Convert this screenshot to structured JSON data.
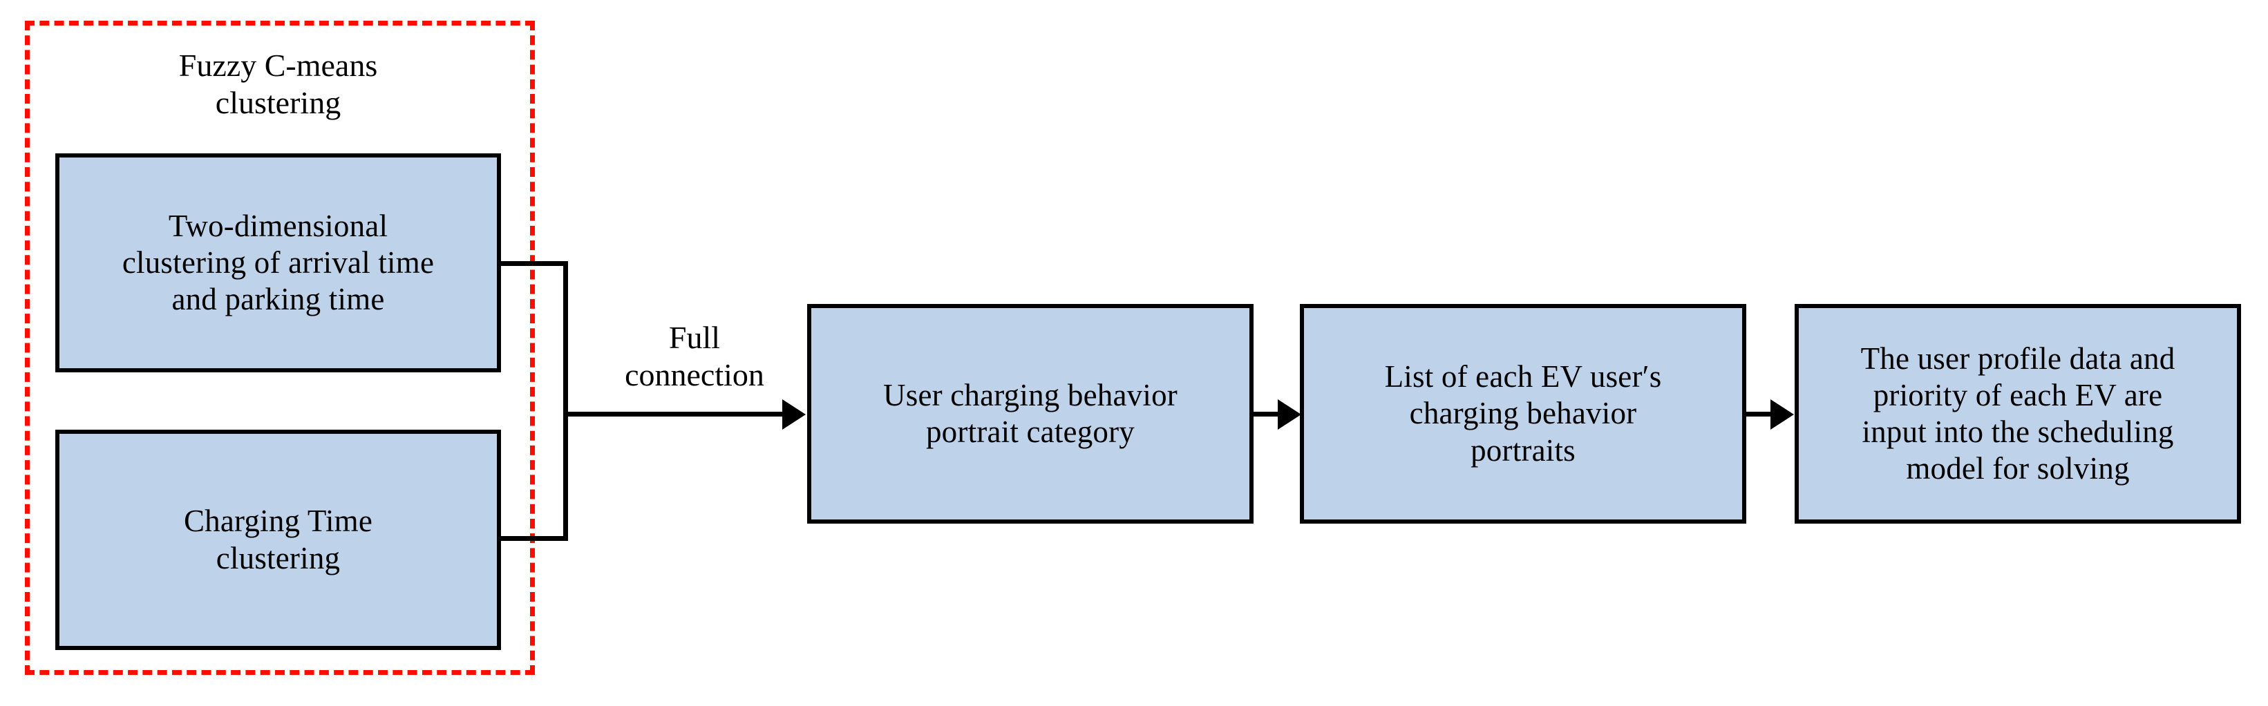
{
  "diagram": {
    "title_of_group": "Fuzzy C-means\nclustering",
    "connection_label": "Full\nconnection",
    "colors": {
      "box_fill": "#bed2e9",
      "box_border": "#000000",
      "group_border": "#fc0d00",
      "connector": "#000000",
      "background": "#ffffff"
    },
    "boxes": [
      {
        "id": "two-dimensional-clustering",
        "label": "Two-dimensional\nclustering of arrival time\nand parking time"
      },
      {
        "id": "charging-time-clustering",
        "label": "Charging Time\nclustering"
      },
      {
        "id": "user-charging-behavior-portrait-category",
        "label": "User charging behavior\nportrait category"
      },
      {
        "id": "list-of-ev-user-charging-behavior-portraits",
        "label": "List of each EV user′s\ncharging behavior\nportraits"
      },
      {
        "id": "scheduling-model-input",
        "label": "The user profile data and\npriority of each EV are\ninput into the scheduling\nmodel for solving"
      }
    ],
    "edges": [
      {
        "id": "fcm-to-portrait-category",
        "label": "Full\nconnection",
        "from": "fuzzy-c-means-group",
        "to": "user-charging-behavior-portrait-category"
      },
      {
        "id": "portrait-category-to-user-list",
        "label": "",
        "from": "user-charging-behavior-portrait-category",
        "to": "list-of-ev-user-charging-behavior-portraits"
      },
      {
        "id": "user-list-to-scheduling-model",
        "label": "",
        "from": "list-of-ev-user-charging-behavior-portraits",
        "to": "scheduling-model-input"
      }
    ]
  }
}
